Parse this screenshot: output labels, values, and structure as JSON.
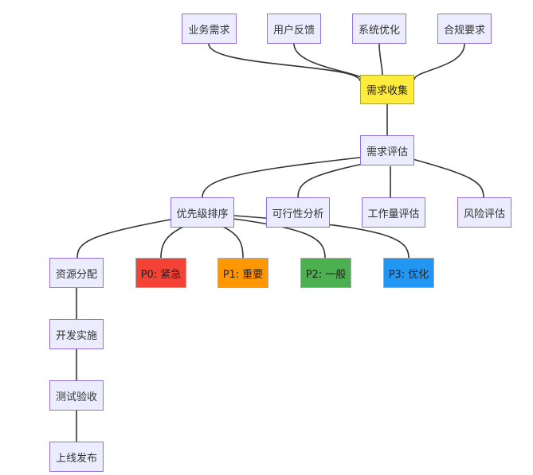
{
  "nodes": {
    "biz": "业务需求",
    "feedback": "用户反馈",
    "sysopt": "系统优化",
    "compliance": "合规要求",
    "collect": "需求收集",
    "evaluate": "需求评估",
    "priority": "优先级排序",
    "feasibility": "可行性分析",
    "workload": "工作量评估",
    "risk": "风险评估",
    "resource": "资源分配",
    "p0": "P0: 紧急",
    "p1": "P1: 重要",
    "p2": "P2: 一般",
    "p3": "P3: 优化",
    "dev": "开发实施",
    "test": "测试验收",
    "release": "上线发布"
  },
  "colors": {
    "node_fill": "#ECECFF",
    "node_border": "#9370DB",
    "collect_fill": "#FFEB3B",
    "p0_fill": "#F44336",
    "p1_fill": "#FF9800",
    "p2_fill": "#4CAF50",
    "p3_fill": "#2196F3",
    "edge": "#333333"
  }
}
